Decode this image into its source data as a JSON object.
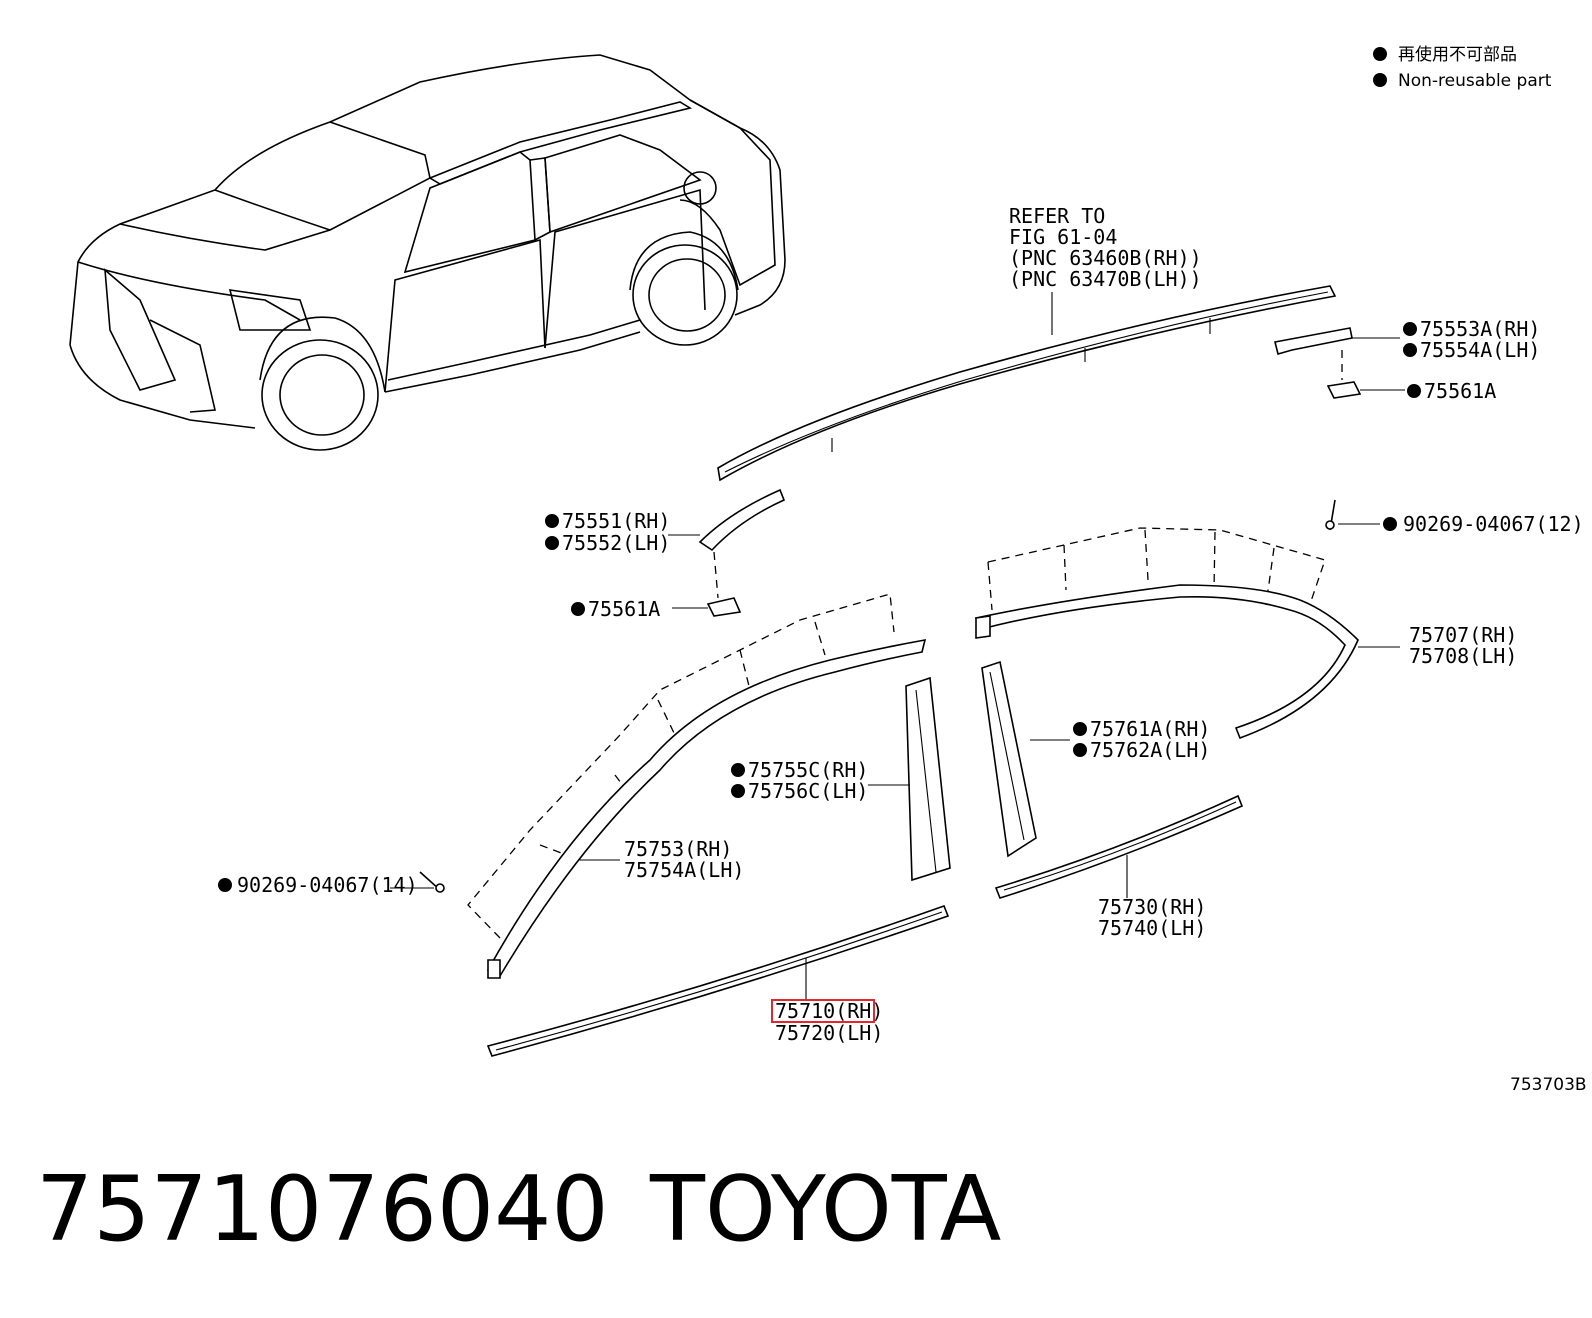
{
  "legend": {
    "jp_text": "再使用不可部品",
    "en_text": "Non-reusable part"
  },
  "refer": {
    "line1": "REFER TO",
    "line2": "FIG 61-04",
    "line3": "(PNC 63460B(RH))",
    "line4": "(PNC 63470B(LH))"
  },
  "labels": {
    "p75553a": "75553A(RH)",
    "p75554a": "75554A(LH)",
    "p75561a_top": "75561A",
    "p75551": "75551(RH)",
    "p75552": "75552(LH)",
    "p75561a_mid": "75561A",
    "p90269_12": "90269-04067(12)",
    "p75707": "75707(RH)",
    "p75708": "75708(LH)",
    "p75761a": "75761A(RH)",
    "p75762a": "75762A(LH)",
    "p75755c": "75755C(RH)",
    "p75756c": "75756C(LH)",
    "p75753": "75753(RH)",
    "p75754a": "75754A(LH)",
    "p90269_14": "90269-04067(14)",
    "p75730": "75730(RH)",
    "p75740": "75740(LH)",
    "p75710": "75710(RH)",
    "p75720": "75720(LH)"
  },
  "figure_code": "753703B",
  "footer": {
    "part_number": "7571076040",
    "brand": "TOYOTA"
  },
  "highlight_color": "#e0282e"
}
